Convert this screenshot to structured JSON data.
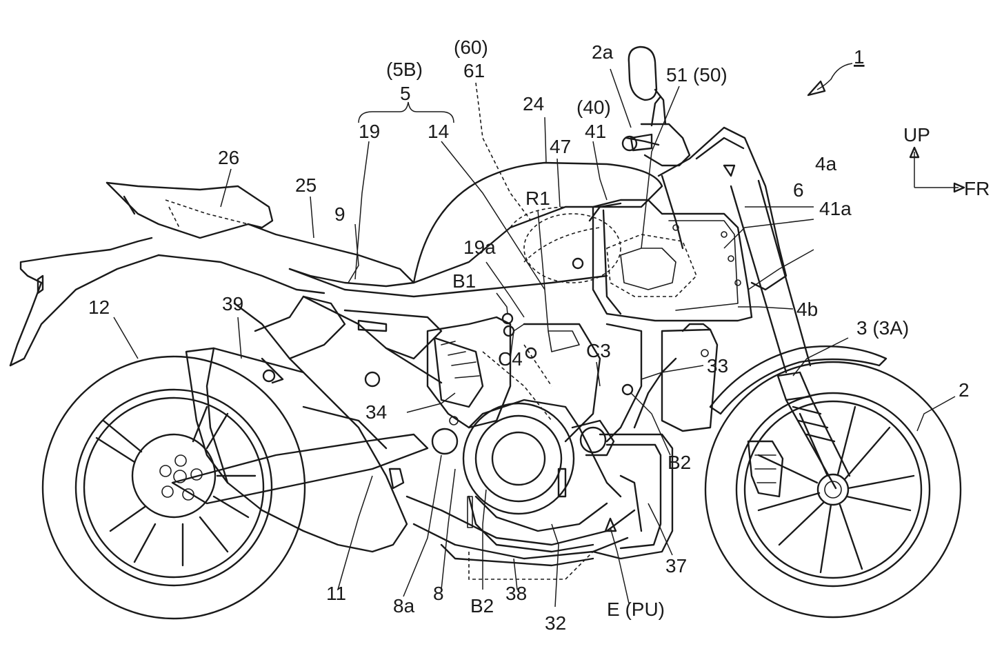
{
  "figure_number": "1",
  "direction": {
    "up": "UP",
    "front": "FR"
  },
  "labels": {
    "l_2a": "2a",
    "l_51": "51 (50)",
    "l_60": "(60)",
    "l_61": "61",
    "l_5B": "(5B)",
    "l_5": "5",
    "l_19": "19",
    "l_14": "14",
    "l_24": "24",
    "l_40": "(40)",
    "l_41": "41",
    "l_47": "47",
    "l_4a": "4a",
    "l_6": "6",
    "l_41a": "41a",
    "l_26": "26",
    "l_25": "25",
    "l_9": "9",
    "l_R1": "R1",
    "l_19a": "19a",
    "l_B1": "B1",
    "l_4b": "4b",
    "l_3": "3 (3A)",
    "l_12": "12",
    "l_39": "39",
    "l_C4": "C4",
    "l_C3": "C3",
    "l_33": "33",
    "l_2": "2",
    "l_34": "34",
    "l_B2r": "B2",
    "l_37": "37",
    "l_11": "11",
    "l_8a": "8a",
    "l_8": "8",
    "l_B2b": "B2",
    "l_38": "38",
    "l_32": "32",
    "l_E": "E (PU)"
  }
}
